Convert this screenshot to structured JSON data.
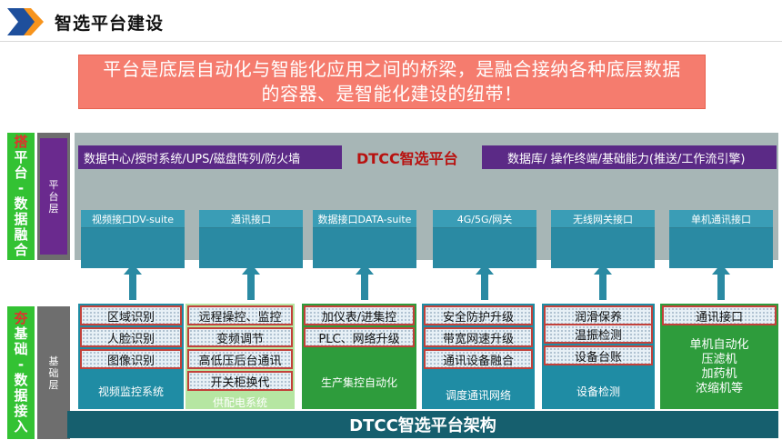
{
  "header": {
    "title": "智选平台建设"
  },
  "callout": {
    "line1": "平台是底层自动化与智能化应用之间的桥梁，是融合接纳各种底层数据",
    "line2": "的容器、是智能化建设的纽带！"
  },
  "left": {
    "top_green": {
      "lead": "搭",
      "rest": [
        "平",
        "台",
        "-",
        "数",
        "据",
        "融",
        "合"
      ]
    },
    "top_gray_label": "平台层",
    "bottom_green": {
      "lead": "夯",
      "rest": [
        "基",
        "础",
        "-",
        "数",
        "据",
        "接",
        "入"
      ]
    },
    "bottom_gray_label": "基础层"
  },
  "platform": {
    "left_bar": "数据中心/授时系统/UPS/磁盘阵列/防火墙",
    "center_title": "DTCC智选平台",
    "right_bar": "数据库/ 操作终端/基础能力(推送/工作流引擎)",
    "interfaces": [
      "视频接口DV-suite",
      "通讯接口",
      "数据接口DATA-suite",
      "4G/5G/网关",
      "无线网关接口",
      "单机通讯接口"
    ]
  },
  "base": {
    "columns": [
      {
        "tags": [
          "区域识别",
          "人脸识别",
          "图像识别"
        ],
        "label": "视频监控系统"
      },
      {
        "tags": [
          "远程操控、监控",
          "变频调节",
          "高低压后台通讯",
          "开关柜换代"
        ],
        "label": "供配电系统"
      },
      {
        "tags": [
          "加仪表/进集控",
          "PLC、网络升级"
        ],
        "label": "生产集控自动化"
      },
      {
        "tags": [
          "安全防护升级",
          "带宽网速升级",
          "通讯设备融合"
        ],
        "label": "调度通讯网络"
      },
      {
        "tags": [
          "润滑保养",
          "温振检测",
          "设备台账"
        ],
        "label": "设备检测"
      },
      {
        "tags": [
          "通讯接口"
        ],
        "label": [
          "单机自动化",
          "压滤机",
          "加药机",
          "浓缩机等"
        ]
      }
    ]
  },
  "footer": {
    "title": "DTCC智选平台架构"
  },
  "colors": {
    "accent_blue": "#1f8ca4",
    "purple": "#5b2a86",
    "green": "#33c233",
    "callout": "#f57c6e"
  }
}
